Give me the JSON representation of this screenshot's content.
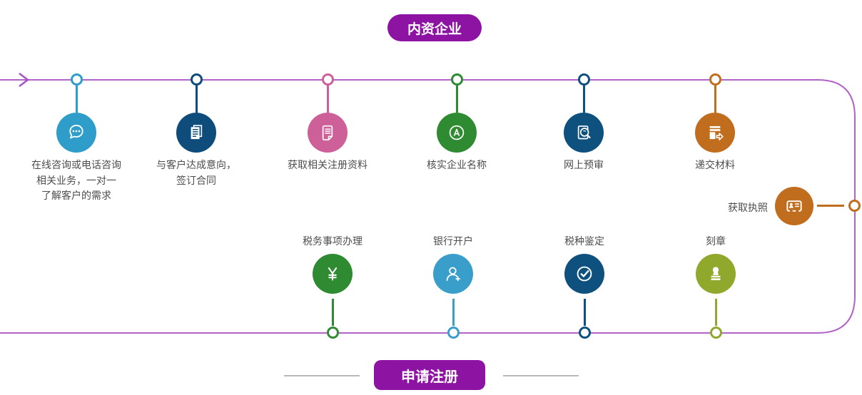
{
  "badges": {
    "top": "内资企业",
    "bottom": "申请注册"
  },
  "colors": {
    "line": "#b263c8",
    "arrow": "#a94fc4",
    "badge_bg": "#8d14a3",
    "label_text": "#4d4d4d",
    "side_line": "#b9b9b9"
  },
  "top_steps": [
    {
      "label": "在线咨询或电话咨询\n相关业务，一对一\n了解客户的需求",
      "icon": "chat-icon",
      "color": "#2f9dc9"
    },
    {
      "label": "与客户达成意向，\n签订合同",
      "icon": "documents-icon",
      "color": "#0e4c7c"
    },
    {
      "label": "获取相关注册资料",
      "icon": "document-edit-icon",
      "color": "#ce6099"
    },
    {
      "label": "核实企业名称",
      "icon": "name-check-icon",
      "color": "#2f8b31"
    },
    {
      "label": "网上预审",
      "icon": "document-search-icon",
      "color": "#0f517e"
    },
    {
      "label": "递交材料",
      "icon": "document-submit-icon",
      "color": "#c06d1e"
    }
  ],
  "right_step": {
    "label": "获取执照",
    "icon": "license-icon",
    "color": "#c06d1e"
  },
  "bottom_steps": [
    {
      "label": "税务事项办理",
      "icon": "yuan-icon",
      "color": "#2f8b31"
    },
    {
      "label": "银行开户",
      "icon": "person-add-icon",
      "color": "#3a9ecb"
    },
    {
      "label": "税种鉴定",
      "icon": "check-circle-icon",
      "color": "#0f517e"
    },
    {
      "label": "刻章",
      "icon": "stamp-icon",
      "color": "#90a82b"
    }
  ]
}
